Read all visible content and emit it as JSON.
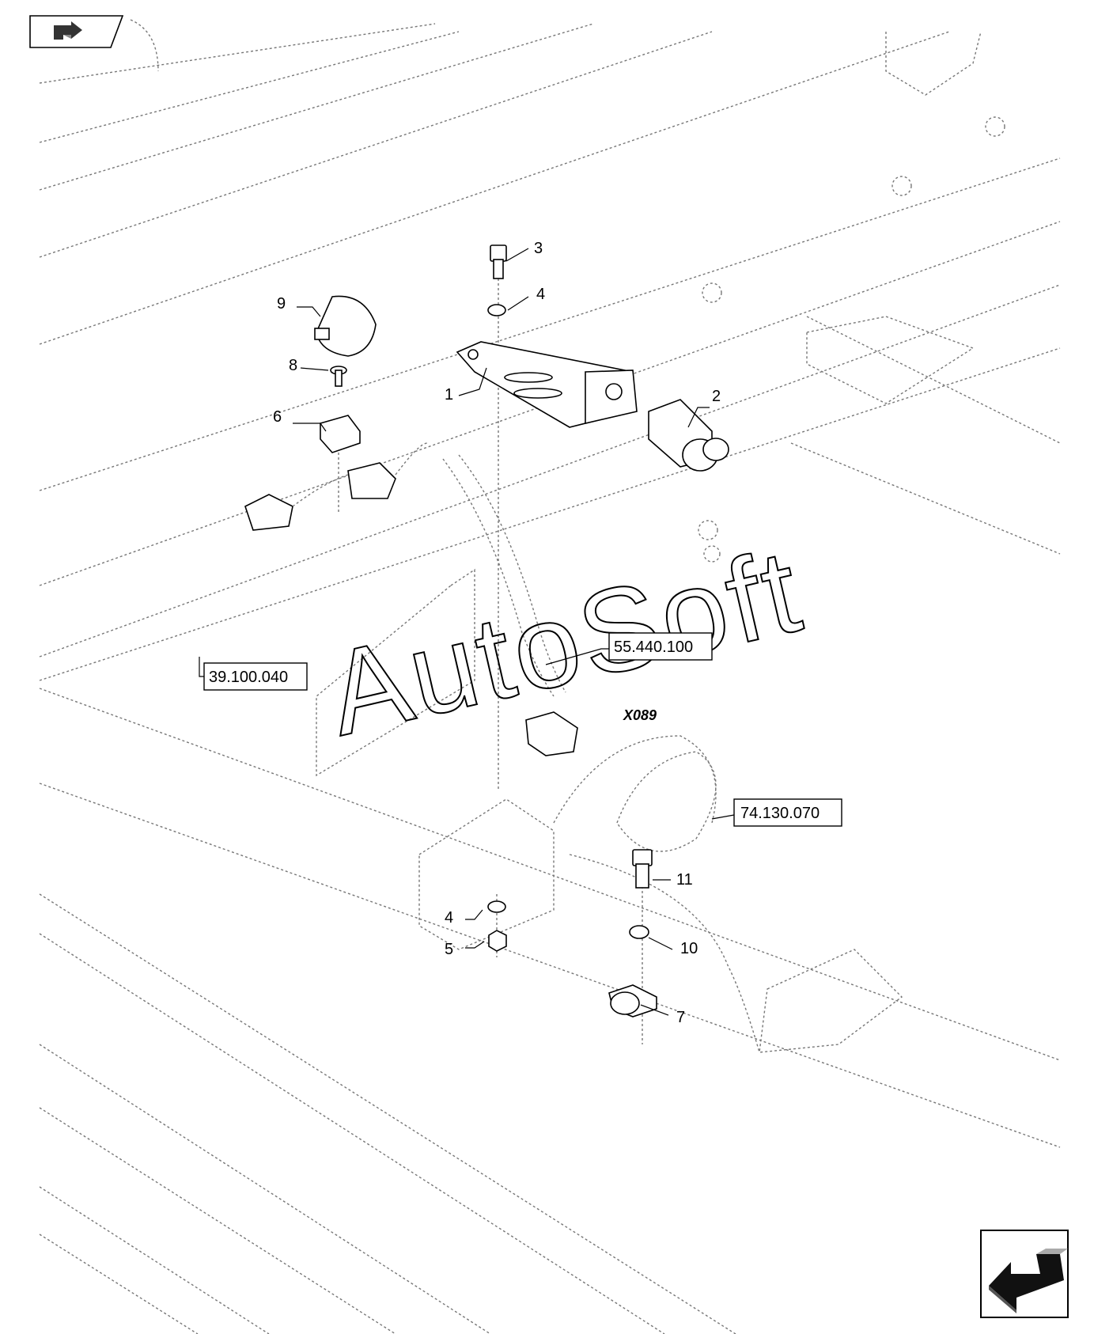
{
  "diagram": {
    "callouts": [
      {
        "id": "c1",
        "label": "1"
      },
      {
        "id": "c2",
        "label": "2"
      },
      {
        "id": "c3",
        "label": "3"
      },
      {
        "id": "c4a",
        "label": "4"
      },
      {
        "id": "c4b",
        "label": "4"
      },
      {
        "id": "c5",
        "label": "5"
      },
      {
        "id": "c6",
        "label": "6"
      },
      {
        "id": "c7",
        "label": "7"
      },
      {
        "id": "c8",
        "label": "8"
      },
      {
        "id": "c9",
        "label": "9"
      },
      {
        "id": "c10",
        "label": "10"
      },
      {
        "id": "c11",
        "label": "11"
      }
    ],
    "references": [
      {
        "id": "r1",
        "label": "39.100.040"
      },
      {
        "id": "r2",
        "label": "55.440.100"
      },
      {
        "id": "r3",
        "label": "74.130.070"
      }
    ],
    "connector_label": "X089",
    "watermark": "AutoSoft"
  }
}
